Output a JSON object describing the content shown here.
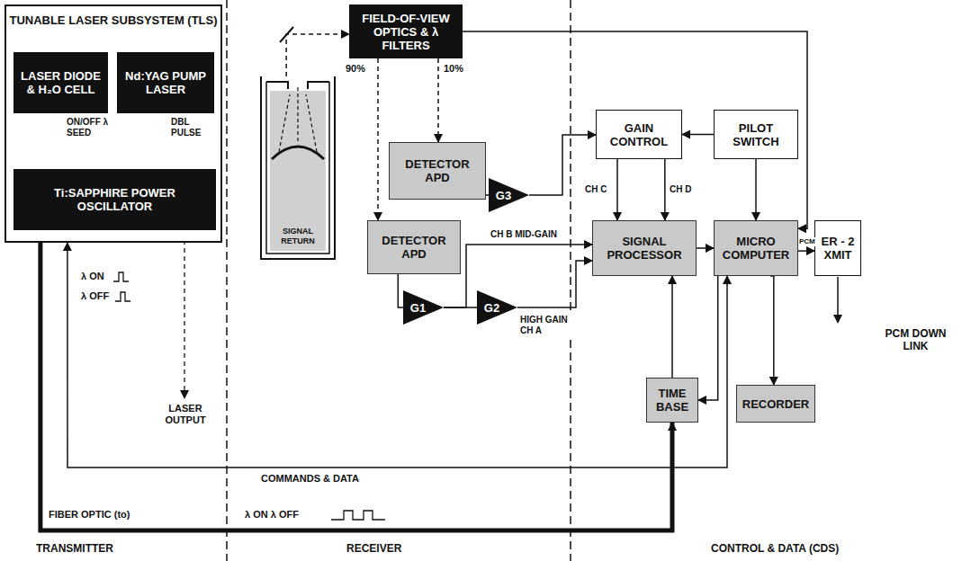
{
  "diagram": {
    "nodes": [
      {
        "text": [
          "TUNABLE LASER SUBSYSTEM (TLS)"
        ]
      },
      {
        "text": [
          "LASER DIODE & H₂O CELL"
        ],
        "in": 0
      },
      {
        "text": [
          "Nd:YAG PUMP LASER"
        ],
        "in": 0
      },
      {
        "text": [
          "Ti:SAPPHIRE POWER OSCILLATOR"
        ],
        "in": 0
      },
      {
        "text": [
          "FIELD-OF-VIEW OPTICS & λ FILTERS"
        ]
      },
      {
        "text": [
          "SIGNAL RETURN"
        ]
      },
      {
        "text": [
          "DETECTOR APD"
        ]
      },
      {
        "text": [
          "DETECTOR APD"
        ]
      },
      {
        "text": [
          "G3"
        ]
      },
      {
        "text": [
          "G1"
        ]
      },
      {
        "text": [
          "G2"
        ]
      },
      {
        "text": [
          "GAIN CONTROL"
        ]
      },
      {
        "text": [
          "PILOT SWITCH"
        ]
      },
      {
        "text": [
          "SIGNAL PROCESSOR"
        ]
      },
      {
        "text": [
          "MICRO COMPUTER"
        ]
      },
      {
        "text": [
          "ER - 2 XMIT"
        ]
      },
      {
        "text": [
          "TIME BASE"
        ]
      },
      {
        "text": [
          "RECORDER"
        ]
      }
    ],
    "edges": [
      {
        "from": 1,
        "to": 3,
        "arrow": "to",
        "label": "ON/OFF λ SEED"
      },
      {
        "from": 2,
        "to": 3,
        "arrow": "to",
        "label": "DBL PULSE"
      },
      {
        "from": 5,
        "to": 4,
        "arrow": "to"
      },
      {
        "from": 4,
        "to": 7,
        "arrow": "to",
        "label": "90%"
      },
      {
        "from": 4,
        "to": 6,
        "arrow": "to",
        "label": "10%"
      },
      {
        "from": 6,
        "to": 8,
        "arrow": "none"
      },
      {
        "from": 8,
        "to": 11,
        "arrow": "to"
      },
      {
        "from": 7,
        "to": 9,
        "arrow": "none"
      },
      {
        "from": 9,
        "to": 10,
        "arrow": "none"
      },
      {
        "from": 10,
        "to": 13,
        "arrow": "to",
        "label": "HIGH GAIN CH A"
      },
      {
        "from": 9,
        "to": 13,
        "arrow": "to",
        "label": "CH B MID-GAIN"
      },
      {
        "from": 11,
        "to": 13,
        "arrow": "to",
        "label": "CH C"
      },
      {
        "from": 11,
        "to": 13,
        "arrow": "to",
        "label": "CH D"
      },
      {
        "from": 12,
        "to": 11,
        "arrow": "to"
      },
      {
        "from": 12,
        "to": 14,
        "arrow": "to"
      },
      {
        "from": 4,
        "to": 14,
        "arrow": "to"
      },
      {
        "from": 13,
        "to": 14,
        "arrow": "to"
      },
      {
        "from": 14,
        "to": 15,
        "arrow": "to",
        "label": "PCM"
      },
      {
        "from": 14,
        "to": 17,
        "arrow": "to"
      },
      {
        "from": 16,
        "to": 13,
        "arrow": "to"
      },
      {
        "from": 14,
        "to": 16,
        "arrow": "to"
      },
      {
        "from": 14,
        "to": 0,
        "arrow": "both",
        "label": "COMMANDS & DATA"
      },
      {
        "from": 0,
        "to": 16,
        "arrow": "to",
        "label": "FIBER OPTIC (to)"
      }
    ],
    "labels": [
      "λ ON",
      "λ OFF",
      "LASER OUTPUT",
      "PCM DOWN LINK",
      "λ ON λ OFF",
      "TRANSMITTER",
      "RECEIVER",
      "CONTROL & DATA (CDS)"
    ]
  }
}
